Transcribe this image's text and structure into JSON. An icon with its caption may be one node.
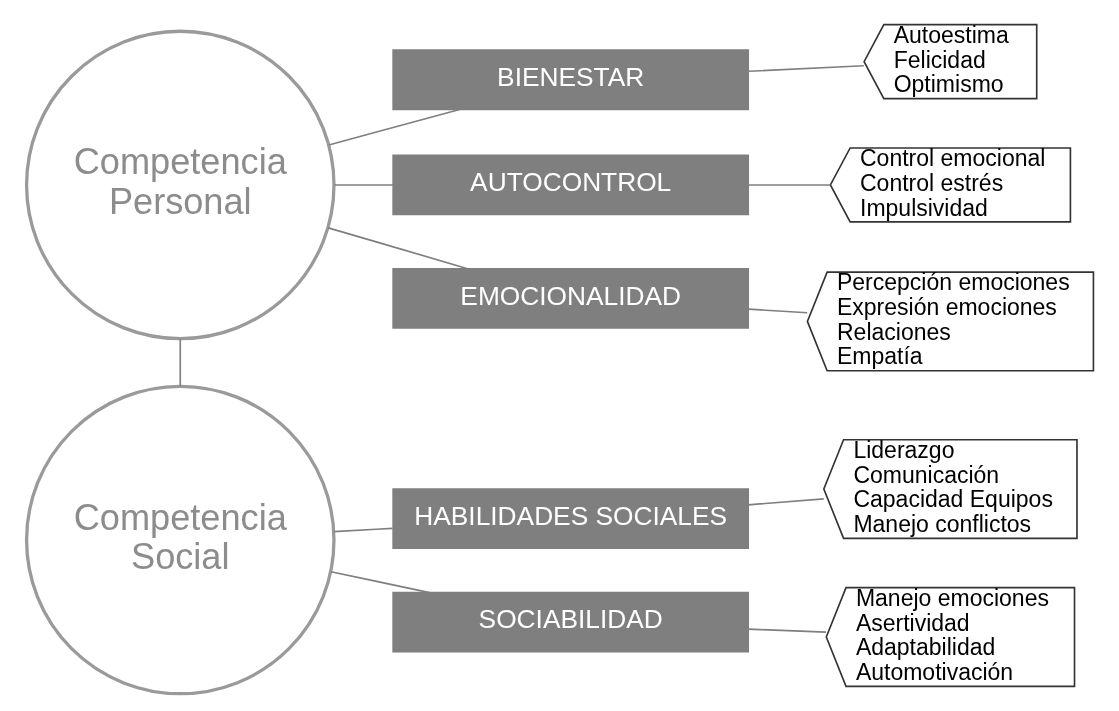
{
  "diagram": {
    "nodes": [
      {
        "text": [
          "Competencia Personal"
        ]
      },
      {
        "text": [
          "BIENESTAR"
        ]
      },
      {
        "text": [
          "Autoestima",
          "Felicidad",
          "Optimismo"
        ]
      },
      {
        "text": [
          "AUTOCONTROL"
        ]
      },
      {
        "text": [
          "Control emocional",
          "Control estrés",
          "Impulsividad"
        ]
      },
      {
        "text": [
          "EMOCIONALIDAD"
        ]
      },
      {
        "text": [
          "Percepción emociones",
          "Expresión emociones",
          "Relaciones",
          "Empatía"
        ]
      },
      {
        "text": [
          "Competencia Social"
        ]
      },
      {
        "text": [
          "HABILIDADES SOCIALES"
        ]
      },
      {
        "text": [
          "Liderazgo",
          "Comunicación",
          "Capacidad Equipos",
          "Manejo conflictos"
        ]
      },
      {
        "text": [
          "SOCIABILIDAD"
        ]
      },
      {
        "text": [
          "Manejo emociones",
          "Asertividad",
          "Adaptabilidad",
          "Automotivación"
        ]
      }
    ],
    "edges": [
      {
        "from": 0,
        "to": 7,
        "arrow": "none"
      },
      {
        "from": 0,
        "to": 1,
        "arrow": "none"
      },
      {
        "from": 1,
        "to": 2,
        "arrow": "none"
      },
      {
        "from": 0,
        "to": 3,
        "arrow": "none"
      },
      {
        "from": 3,
        "to": 4,
        "arrow": "none"
      },
      {
        "from": 0,
        "to": 5,
        "arrow": "none"
      },
      {
        "from": 5,
        "to": 6,
        "arrow": "none"
      },
      {
        "from": 7,
        "to": 8,
        "arrow": "none"
      },
      {
        "from": 8,
        "to": 9,
        "arrow": "none"
      },
      {
        "from": 7,
        "to": 10,
        "arrow": "none"
      },
      {
        "from": 10,
        "to": 11,
        "arrow": "none"
      }
    ]
  }
}
